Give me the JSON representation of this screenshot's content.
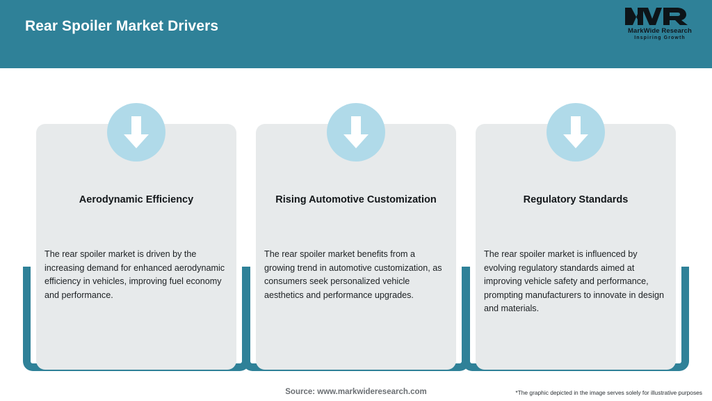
{
  "header": {
    "title": "Rear Spoiler Market Drivers",
    "background_color": "#2f8198",
    "title_color": "#ffffff"
  },
  "logo": {
    "mark": "MWR",
    "name": "MarkWide Research",
    "tagline": "Inspiring Growth",
    "color": "#10181f"
  },
  "theme": {
    "accent_teal": "#2f8198",
    "icon_circle_blue": "#b0dae9",
    "card_background": "#e7eaeb",
    "arrow_color": "#ffffff"
  },
  "cards": [
    {
      "icon": "arrow-down-icon",
      "title": "Aerodynamic Efficiency",
      "body": "The rear spoiler market is driven by the increasing demand for enhanced aerodynamic efficiency in vehicles, improving fuel economy and performance."
    },
    {
      "icon": "arrow-down-icon",
      "title": "Rising Automotive Customization",
      "body": "The rear spoiler market benefits from a growing trend in automotive customization, as consumers seek personalized vehicle aesthetics and performance upgrades."
    },
    {
      "icon": "arrow-down-icon",
      "title": "Regulatory Standards",
      "body": "The rear spoiler market is influenced by evolving regulatory standards aimed at improving vehicle safety and performance, prompting manufacturers to innovate in design and materials."
    }
  ],
  "footer": {
    "source": "Source: www.markwideresearch.com",
    "disclaimer": "*The graphic depicted in the image serves solely for illustrative purposes"
  }
}
